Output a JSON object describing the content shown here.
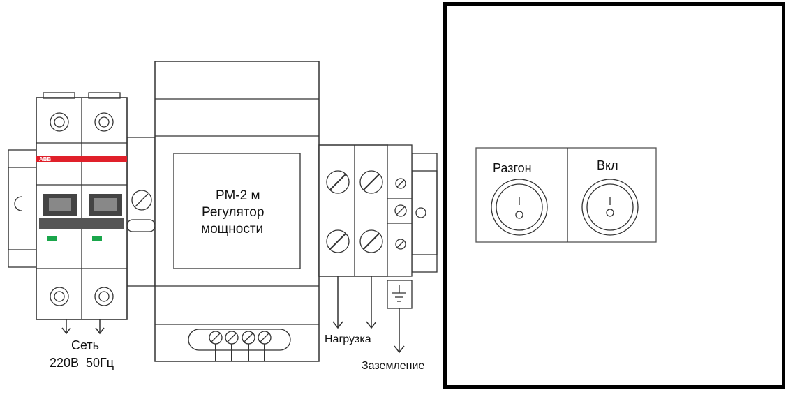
{
  "breaker": {
    "brand": "ABB"
  },
  "regulator": {
    "model": "РМ-2 м",
    "line1": "Регулятор",
    "line2": "мощности"
  },
  "labels": {
    "mains_line1": "Сеть",
    "mains_line2": "220В  50Гц",
    "load": "Нагрузка",
    "ground": "Заземление"
  },
  "panel": {
    "boost_label": "Разгон",
    "power_label": "Вкл"
  },
  "colors": {
    "abb_stripe": "#e0202a",
    "indicator": "#1aa64b",
    "line": "#222222"
  }
}
